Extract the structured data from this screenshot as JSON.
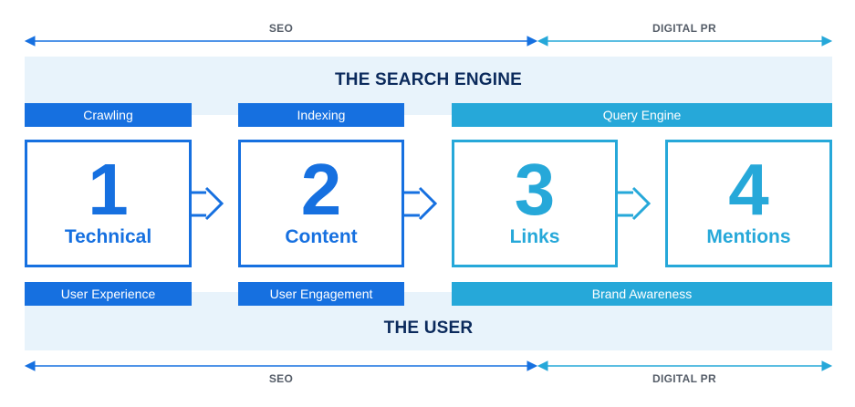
{
  "top_axis": {
    "seo_label": "SEO",
    "pr_label": "DIGITAL PR"
  },
  "bottom_axis": {
    "seo_label": "SEO",
    "pr_label": "DIGITAL PR"
  },
  "search_engine": {
    "title": "THE SEARCH ENGINE",
    "stages": [
      "Crawling",
      "Indexing",
      "Query Engine"
    ]
  },
  "steps": [
    {
      "number": "1",
      "label": "Technical"
    },
    {
      "number": "2",
      "label": "Content"
    },
    {
      "number": "3",
      "label": "Links"
    },
    {
      "number": "4",
      "label": "Mentions"
    }
  ],
  "user": {
    "title": "THE USER",
    "stages": [
      "User Experience",
      "User Engagement",
      "Brand Awareness"
    ]
  },
  "colors": {
    "seo_blue": "#1670e0",
    "pr_cyan": "#26a8d9",
    "band_bg": "#e8f3fb",
    "heading_navy": "#0b2a5c"
  }
}
